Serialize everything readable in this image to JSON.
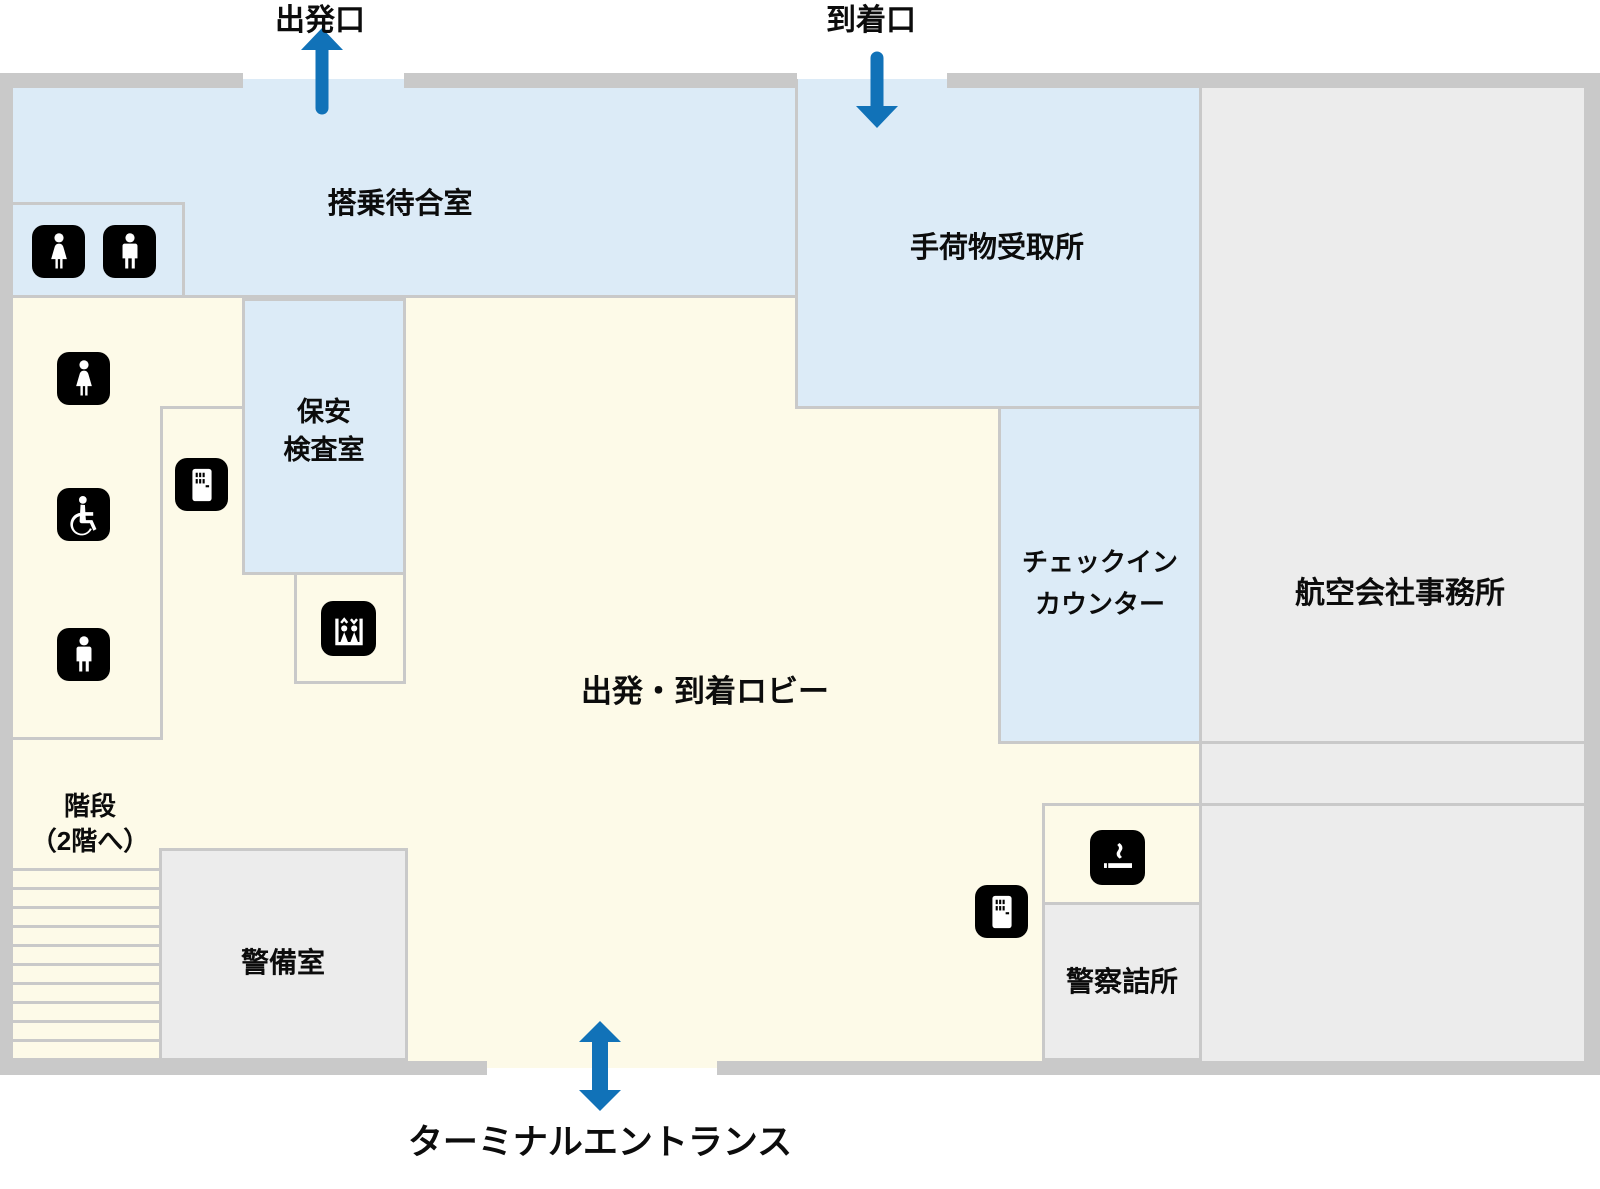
{
  "colors": {
    "secure_room_fill": "#dcebf7",
    "public_floor_fill": "#fdfae8",
    "office_room_fill": "#ececec",
    "wall_fill": "#c9c9c9",
    "arrow_fill": "#1172b8",
    "icon_plate_fill": "#000000",
    "text_color": "#0c0c0c"
  },
  "gates": {
    "departure": {
      "label": "出発口"
    },
    "arrival": {
      "label": "到着口"
    },
    "terminal_entrance": {
      "label": "ターミナルエントランス"
    }
  },
  "rooms": {
    "boarding_lounge": {
      "label": "搭乗待合室"
    },
    "baggage_claim": {
      "label": "手荷物受取所"
    },
    "security_check": {
      "label": "保安\n検査室"
    },
    "checkin_counter": {
      "label": "チェックイン\nカウンター"
    },
    "airline_office": {
      "label": "航空会社事務所"
    },
    "lobby": {
      "label": "出発・到着ロビー"
    },
    "stairs": {
      "label": "階段\n（2階へ）"
    },
    "guard_room": {
      "label": "警備室"
    },
    "police_box": {
      "label": "警察詰所"
    }
  },
  "icons": {
    "womens_restroom": "woman-figure",
    "mens_restroom": "man-figure",
    "wheelchair_access": "wheelchair-figure",
    "vending_machine": "vending-machine",
    "elevator": "elevator-car-with-passengers",
    "smoking_area": "cigarette-with-smoke"
  }
}
